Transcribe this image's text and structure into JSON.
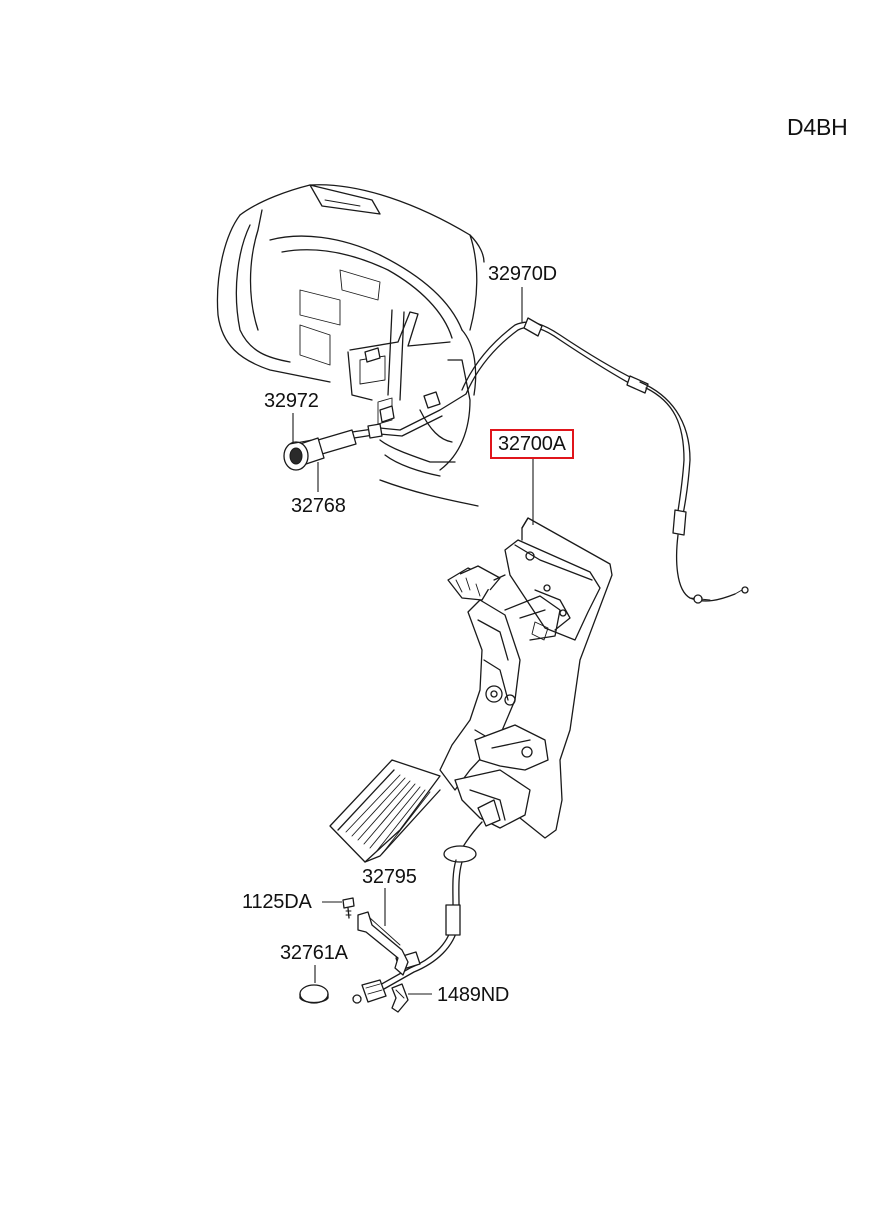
{
  "diagram": {
    "engine_code": "D4BH",
    "parts": [
      {
        "id": "p-32970D",
        "number": "32970D",
        "highlighted": false
      },
      {
        "id": "p-32972",
        "number": "32972",
        "highlighted": false
      },
      {
        "id": "p-32768",
        "number": "32768",
        "highlighted": false
      },
      {
        "id": "p-32700A",
        "number": "32700A",
        "highlighted": true
      },
      {
        "id": "p-32795",
        "number": "32795",
        "highlighted": false
      },
      {
        "id": "p-1125DA",
        "number": "1125DA",
        "highlighted": false
      },
      {
        "id": "p-32761A",
        "number": "32761A",
        "highlighted": false
      },
      {
        "id": "p-1489ND",
        "number": "1489ND",
        "highlighted": false
      }
    ],
    "colors": {
      "line": "#1a1a1a",
      "highlight_border": "#e0151b",
      "background": "#ffffff"
    }
  }
}
